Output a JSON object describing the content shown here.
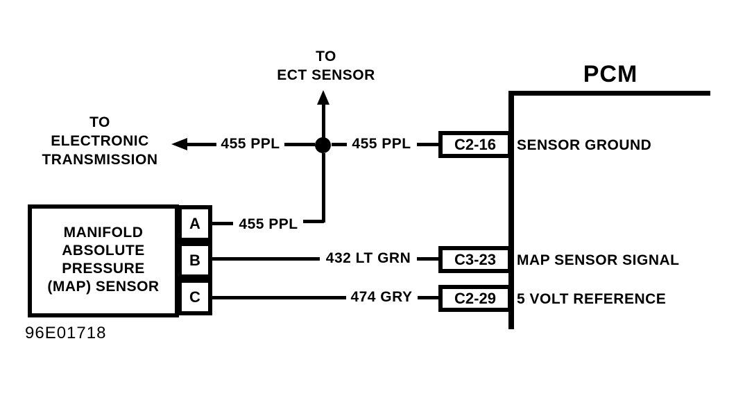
{
  "colors": {
    "ink": "#000000",
    "paper": "#ffffff"
  },
  "figure_id": "96E01718",
  "pcm": {
    "title": "PCM"
  },
  "ect_note": {
    "line1": "TO",
    "line2": "ECT SENSOR"
  },
  "trans_note": {
    "line1": "TO",
    "line2": "ELECTRONIC",
    "line3": "TRANSMISSION"
  },
  "map_sensor": {
    "line1": "MANIFOLD",
    "line2": "ABSOLUTE",
    "line3": "PRESSURE",
    "line4": "(MAP) SENSOR",
    "pin_a": "A",
    "pin_b": "B",
    "pin_c": "C"
  },
  "wires": {
    "ground_left": "455 PPL",
    "ground_right": "455 PPL",
    "pin_a": "455 PPL",
    "signal": "432 LT GRN",
    "reference": "474 GRY"
  },
  "connectors": {
    "ground": {
      "pin": "C2-16",
      "label": "SENSOR GROUND"
    },
    "signal": {
      "pin": "C3-23",
      "label": "MAP SENSOR SIGNAL"
    },
    "reference": {
      "pin": "C2-29",
      "label": "5 VOLT REFERENCE"
    }
  }
}
